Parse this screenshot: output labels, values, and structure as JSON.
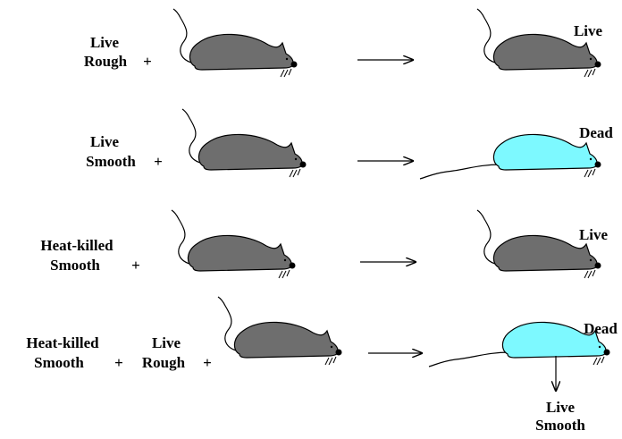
{
  "rows": [
    {
      "inputs": [
        {
          "lines": [
            "Live",
            "Rough"
          ]
        }
      ],
      "result": {
        "label": "Live",
        "state": "live"
      }
    },
    {
      "inputs": [
        {
          "lines": [
            "Live",
            "Smooth"
          ]
        }
      ],
      "result": {
        "label": "Dead",
        "state": "dead"
      }
    },
    {
      "inputs": [
        {
          "lines": [
            "Heat-killed",
            "Smooth"
          ]
        }
      ],
      "result": {
        "label": "Live",
        "state": "live"
      }
    },
    {
      "inputs": [
        {
          "lines": [
            "Heat-killed",
            "Smooth"
          ]
        },
        {
          "lines": [
            "Live",
            "Rough"
          ]
        }
      ],
      "result": {
        "label": "Dead",
        "state": "dead",
        "recovered": [
          "Live",
          "Smooth"
        ]
      }
    }
  ],
  "plus_symbol": "+",
  "colors": {
    "live_mouse": "#6e6e6e",
    "dead_mouse": "#7df9ff",
    "outline": "#000000"
  }
}
